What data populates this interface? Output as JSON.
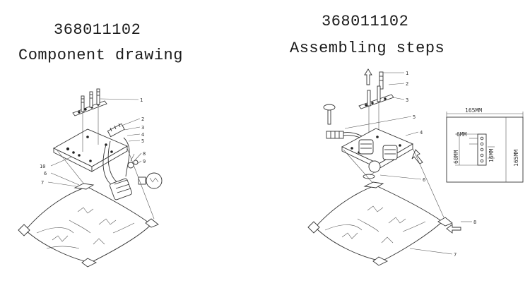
{
  "left_panel": {
    "model_number": "368011102",
    "title": "Component drawing",
    "callouts": [
      "1",
      "2",
      "3",
      "4",
      "5",
      "6",
      "7",
      "8",
      "9",
      "10"
    ]
  },
  "right_panel": {
    "model_number": "368011102",
    "title": "Assembling steps",
    "callouts": [
      "1",
      "2",
      "3",
      "4",
      "5",
      "6",
      "7",
      "8"
    ]
  },
  "dimension_diagram": {
    "outer_width": "165MM",
    "outer_height": "165MM",
    "bracket_width": "6MM",
    "hole_spacing": "16MM",
    "bracket_length": "60MM"
  }
}
